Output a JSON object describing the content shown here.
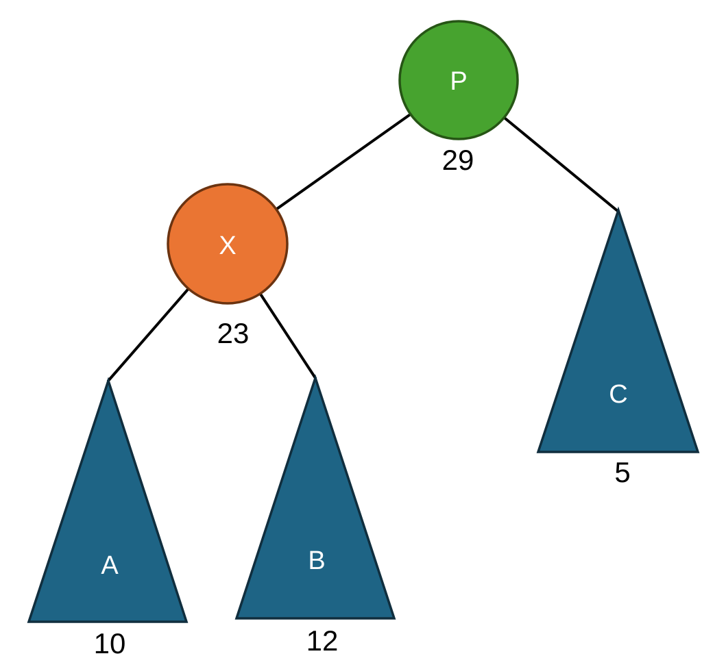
{
  "diagram": {
    "type": "binary-tree",
    "background": "#ffffff",
    "edge_color": "#000000",
    "node_label_color": "#ffffff",
    "value_label_color": "#000000",
    "nodes": {
      "p": {
        "label": "P",
        "value": "29",
        "shape": "circle",
        "fill": "#47A32F",
        "stroke": "#265515"
      },
      "x": {
        "label": "X",
        "value": "23",
        "shape": "circle",
        "fill": "#EA7533",
        "stroke": "#6B3310"
      },
      "a": {
        "label": "A",
        "value": "10",
        "shape": "triangle",
        "fill": "#1E6485",
        "stroke": "#102E3E"
      },
      "b": {
        "label": "B",
        "value": "12",
        "shape": "triangle",
        "fill": "#1E6485",
        "stroke": "#102E3E"
      },
      "c": {
        "label": "C",
        "value": "5",
        "shape": "triangle",
        "fill": "#1E6485",
        "stroke": "#102E3E"
      }
    },
    "edges": [
      {
        "from": "P",
        "to": "X"
      },
      {
        "from": "P",
        "to": "C"
      },
      {
        "from": "X",
        "to": "A"
      },
      {
        "from": "X",
        "to": "B"
      }
    ]
  }
}
